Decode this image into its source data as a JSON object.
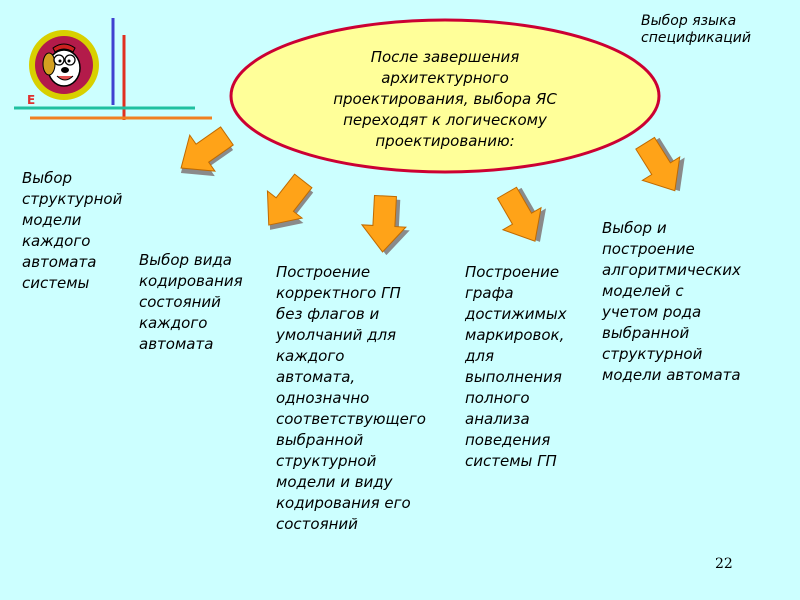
{
  "center_text": "После завершения\nархитектурного\nпроектирования, выбора ЯС\nпереходят к логическому\nпроектированию:",
  "spec_language_label": "Выбор языка\nспецификаций",
  "branches": [
    "Выбор\nструктурной\nмодели\nкаждого\nавтомата\nсистемы",
    "Выбор вида\nкодирования\nсостояний\nкаждого\nавтомата",
    "Построение\nкорректного ГП\nбез флагов и\nумолчаний для\nкаждого\nавтомата,\nоднозначно\nсоответствующего\nвыбранной\nструктурной\nмодели и виду\nкодирования его\nсостояний",
    "Построение\nграфа\nдостижимых\nмаркировок,\nдля\nвыполнения\nполного\nанализа\nповедения\nсистемы ГП",
    "Выбор и\nпостроение\nалгоритмических\nмоделей с\nучетом рода\nвыбранной\nструктурной\nмодели автомата"
  ],
  "logo_letter": "E",
  "slide_number": "22",
  "colors": {
    "background": "#ccffff",
    "ellipse_fill": "#ffff99",
    "ellipse_border": "#cc0033",
    "arrow_fill": "#ffa318",
    "arrow_shadow": "#8a8a8a"
  },
  "icons": {
    "logo": "cartoon-dog-logo-icon",
    "arrows": "arrow-icon"
  }
}
